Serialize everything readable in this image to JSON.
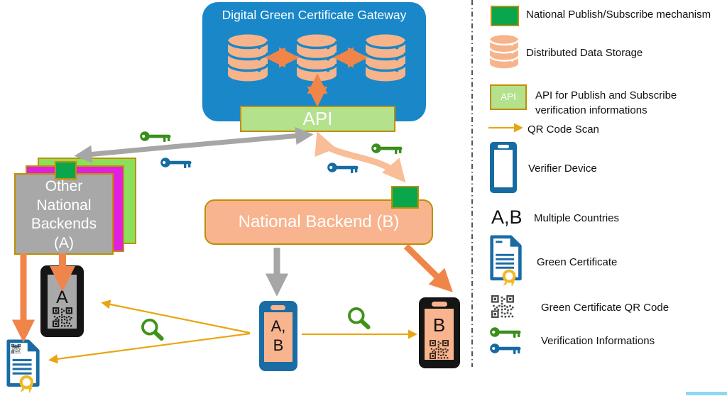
{
  "diagram": {
    "gateway": {
      "title": "Digital Green Certificate Gateway",
      "api_label": "API"
    },
    "backends_a": {
      "label": "Other National Backends (A)"
    },
    "backend_b": {
      "label": "National Backend (B)"
    },
    "phone_a": {
      "label": "A"
    },
    "phone_ab": {
      "label": "A,\nB"
    },
    "phone_b": {
      "label": "B"
    }
  },
  "legend": {
    "items": [
      {
        "icon": "pubsub-square",
        "label": "National Publish/Subscribe mechanism"
      },
      {
        "icon": "data-storage-cylinder",
        "label": "Distributed Data Storage"
      },
      {
        "icon": "api-box",
        "api_text": "API",
        "label": "API for Publish and Subscribe verification informations"
      },
      {
        "icon": "qr-scan-arrow",
        "label": "QR Code Scan"
      },
      {
        "icon": "verifier-phone",
        "label": "Verifier Device"
      },
      {
        "icon": "ab-symbol",
        "symbol": "A,B",
        "label": "Multiple Countries"
      },
      {
        "icon": "green-certificate-document",
        "label": "Green Certificate"
      },
      {
        "icon": "qr-code",
        "label": "Green Certificate QR Code"
      },
      {
        "icon": "green-and-blue-keys",
        "label": "Verification Informations"
      }
    ]
  },
  "colors": {
    "gateway_blue": "#1987c8",
    "peach": "#f8b48f",
    "orange_arrow": "#f0854a",
    "peach_arrow": "#f9bd97",
    "api_green": "#b4e18c",
    "pubsub_green": "#0aa64b",
    "border_gold": "#bf8f00",
    "card_magenta": "#e01fe0",
    "card_green": "#8cdf5a",
    "card_gray": "#a8a8a8",
    "gray_arrow": "#a6a6a6",
    "scan_yellow": "#e9a511",
    "key_green": "#3a8e1b",
    "device_blue": "#176ba3",
    "seal_yellow": "#f2b822"
  }
}
